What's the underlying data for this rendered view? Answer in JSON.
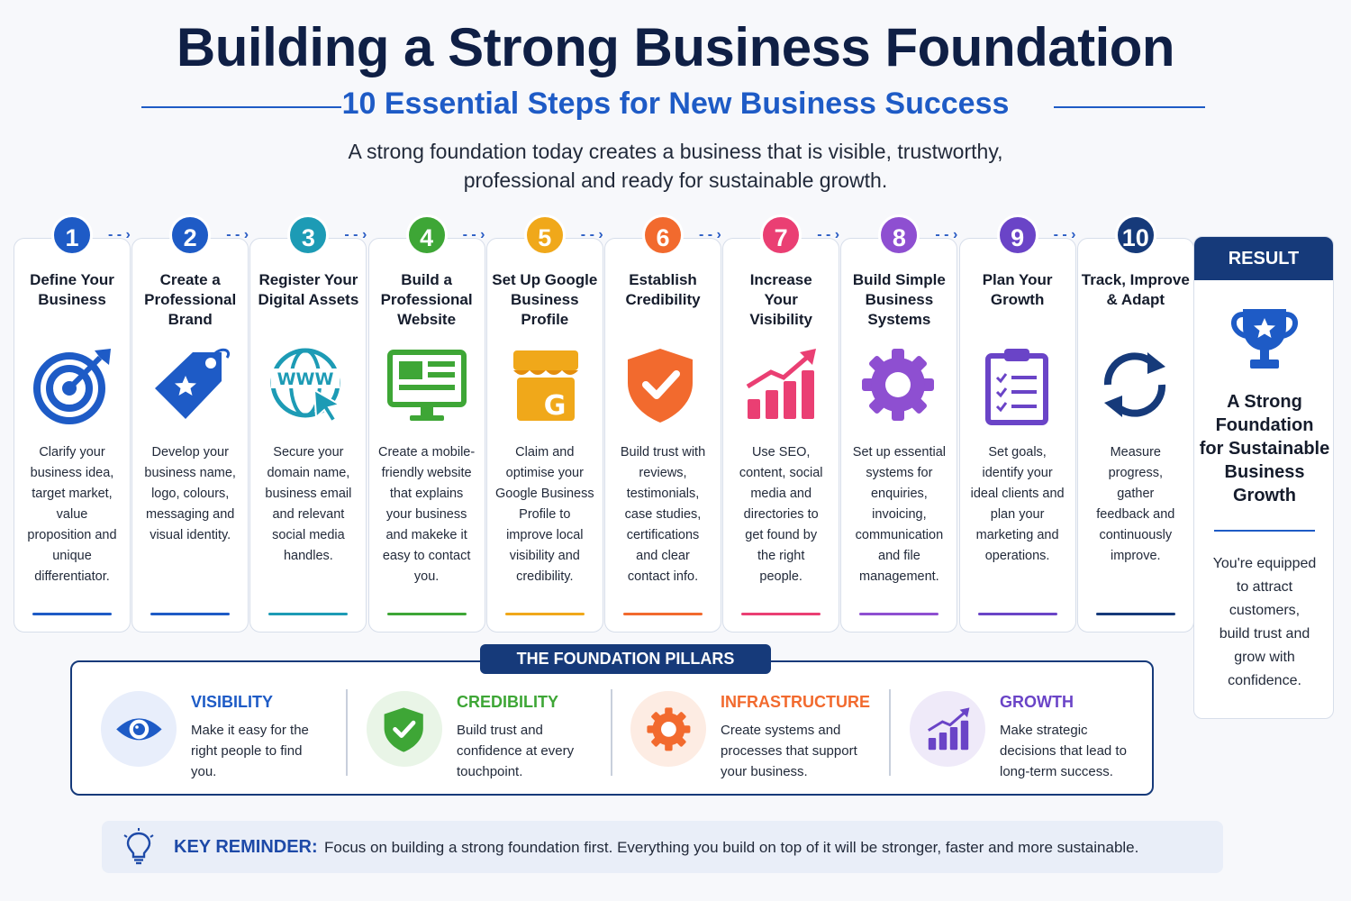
{
  "header": {
    "title": "Building a Strong Business Foundation",
    "subtitle": "10 Essential Steps for New Business Success",
    "intro_line1": "A strong foundation today creates a business that is visible, trustworthy,",
    "intro_line2": "professional and ready for sustainable growth."
  },
  "steps": [
    {
      "number": "1",
      "title": [
        "Define Your",
        "Business"
      ],
      "icon": "target-icon",
      "color": "#1e5bc6",
      "description": [
        "Clarify your",
        "business idea,",
        "target market,",
        "value",
        "proposition and",
        "unique",
        "differentiator."
      ]
    },
    {
      "number": "2",
      "title": [
        "Create a",
        "Professional",
        "Brand"
      ],
      "icon": "tag-icon",
      "color": "#1e5bc6",
      "description": [
        "Develop your",
        "business name,",
        "logo, colours,",
        "messaging and",
        "visual identity."
      ]
    },
    {
      "number": "3",
      "title": [
        "Register Your",
        "Digital Assets"
      ],
      "icon": "globe-www-icon",
      "color": "#1d9bb5",
      "description": [
        "Secure your",
        "domain name,",
        "business email",
        "and relevant",
        "social media",
        "handles."
      ]
    },
    {
      "number": "4",
      "title": [
        "Build a",
        "Professional",
        "Website"
      ],
      "icon": "monitor-icon",
      "color": "#3ea636",
      "description": [
        "Create a mobile-",
        "friendly website",
        "that explains",
        "your business",
        "and makeke it",
        "easy to contact",
        "you."
      ]
    },
    {
      "number": "5",
      "title": [
        "Set Up Google",
        "Business",
        "Profile"
      ],
      "icon": "google-store-icon",
      "color": "#f0a81a",
      "description": [
        "Claim and",
        "optimise your",
        "Google Business",
        "Profile to",
        "improve local",
        "visibility and",
        "credibility."
      ]
    },
    {
      "number": "6",
      "title": [
        "Establish",
        "Credibility"
      ],
      "icon": "shield-check-icon",
      "color": "#f26a2e",
      "description": [
        "Build trust with",
        "reviews,",
        "testimonials,",
        "case studies,",
        "certifications",
        "and clear",
        "contact info."
      ]
    },
    {
      "number": "7",
      "title": [
        "Increase",
        "Your",
        "Visibility"
      ],
      "icon": "growth-chart-icon",
      "color": "#ea3f73",
      "description": [
        "Use SEO,",
        "content, social",
        "media and",
        "directories to",
        "get found by",
        "the right",
        "people."
      ]
    },
    {
      "number": "8",
      "title": [
        "Build Simple",
        "Business",
        "Systems"
      ],
      "icon": "gear-icon",
      "color": "#8e4fd1",
      "description": [
        "Set up essential",
        "systems for",
        "enquiries,",
        "invoicing,",
        "communication",
        "and file",
        "management."
      ]
    },
    {
      "number": "9",
      "title": [
        "Plan Your",
        "Growth"
      ],
      "icon": "clipboard-icon",
      "color": "#6a44c7",
      "description": [
        "Set goals,",
        "identify your",
        "ideal clients and",
        "plan your",
        "marketing and",
        "operations."
      ]
    },
    {
      "number": "10",
      "title": [
        "Track, Improve",
        "& Adapt"
      ],
      "icon": "refresh-icon",
      "color": "#163a7a",
      "description": [
        "Measure",
        "progress,",
        "gather",
        "feedback and",
        "continuously",
        "improve."
      ]
    }
  ],
  "result": {
    "heading": "RESULT",
    "icon": "trophy-icon",
    "title": [
      "A Strong",
      "Foundation",
      "for Sustainable",
      "Business",
      "Growth"
    ],
    "text": [
      "You're equipped",
      "to attract",
      "customers,",
      "build trust and",
      "grow with",
      "confidence."
    ]
  },
  "pillars": {
    "heading": "THE FOUNDATION PILLARS",
    "items": [
      {
        "name": "VISIBILITY",
        "color": "#1e5bc6",
        "icon": "eye-icon",
        "text": [
          "Make it easy for the",
          "right people to find",
          "you."
        ]
      },
      {
        "name": "CREDIBILITY",
        "color": "#3ea636",
        "icon": "shield-check-icon",
        "text": [
          "Build trust and",
          "confidence at every",
          "touchpoint."
        ]
      },
      {
        "name": "INFRASTRUCTURE",
        "color": "#f26a2e",
        "icon": "gear-icon",
        "text": [
          "Create systems and",
          "processes that support",
          "your business."
        ]
      },
      {
        "name": "GROWTH",
        "color": "#6a44c7",
        "icon": "growth-chart-icon",
        "text": [
          "Make strategic",
          "decisions that lead to",
          "long-term success."
        ]
      }
    ]
  },
  "reminder": {
    "icon": "lightbulb-icon",
    "label": "KEY REMINDER:",
    "text": "Focus on building a strong foundation first. Everything you build on top of it will be stronger, faster and more sustainable."
  }
}
